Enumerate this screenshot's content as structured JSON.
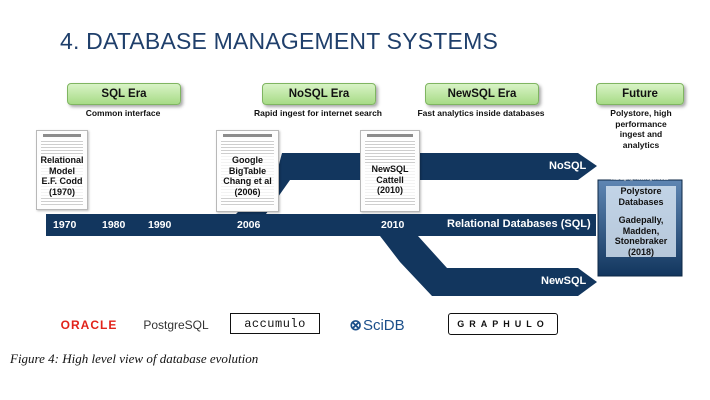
{
  "title": "4. DATABASE MANAGEMENT SYSTEMS",
  "eras": [
    {
      "label": "SQL Era",
      "description": "Common interface"
    },
    {
      "label": "NoSQL Era",
      "description": "Rapid ingest for internet search"
    },
    {
      "label": "NewSQL Era",
      "description": "Fast analytics inside databases"
    },
    {
      "label": "Future",
      "description": [
        "Polystore, high",
        "performance",
        "ingest and",
        "analytics"
      ]
    }
  ],
  "papers": [
    {
      "label": [
        "Relational",
        "Model",
        "E.F. Codd",
        "(1970)"
      ]
    },
    {
      "label": [
        "Google",
        "BigTable",
        "Chang et al",
        "(2006)"
      ]
    },
    {
      "label": [
        "NewSQL",
        "Cattell (2010)"
      ]
    },
    {
      "label": [
        "Polystore",
        "Databases",
        "",
        "Gadepally,",
        "Madden,",
        "Stonebraker",
        "(2018)"
      ],
      "header": "Managing Heterogeneous"
    }
  ],
  "timeline": {
    "years": [
      "1970",
      "1980",
      "1990",
      "2006",
      "2010"
    ],
    "main_label": "Relational Databases (SQL)",
    "nosql_label": "NoSQL",
    "newsql_label": "NewSQL",
    "colors": {
      "band": "#12365e",
      "era_box": "#a7db86",
      "title": "#1f3f6b"
    }
  },
  "logos": [
    {
      "name": "oracle",
      "text": "ORACLE",
      "color": "#e2231a"
    },
    {
      "name": "postgresql",
      "text": "PostgreSQL",
      "color": "#333333"
    },
    {
      "name": "accumulo",
      "text": "accumulo",
      "color": "#111111"
    },
    {
      "name": "scidb",
      "text": "SciDB",
      "color": "#1b4f8a"
    },
    {
      "name": "graphulo",
      "text": "GRAPHULO",
      "color": "#111111"
    }
  ],
  "caption": "Figure 4: High level view of database evolution"
}
